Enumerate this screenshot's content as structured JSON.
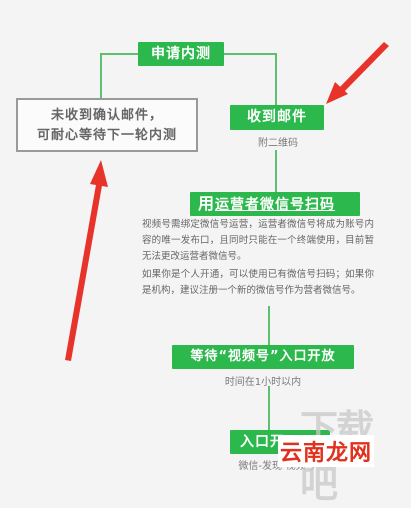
{
  "nodes": {
    "apply": "申请内测",
    "receive_mail": "收到邮件",
    "receive_mail_note": "附二维码",
    "no_mail_line1": "未收到确认邮件，",
    "no_mail_line2": "可耐心等待下一轮内测",
    "scan_prefix": "用",
    "scan_main": "运营者微信号扫码",
    "scan_para1": "视频号需绑定微信号运营，运营者微信号将成为账号内容的唯一发布口，且同时只能在一个终端使用，目前暂无法更改运营者微信号。",
    "scan_para2": "如果你是个人开通，可以使用已有微信号扫码；如果你是机构，建议注册一个新的微信号作为营者微信号。",
    "wait_entry": "等待“视频号”入口开放",
    "wait_note": "时间在1小时以内",
    "entry_open": "入口开",
    "entry_note": "微信-发现-视频号"
  },
  "watermark": {
    "text": "下载吧",
    "logo": "云南龙网"
  },
  "colors": {
    "node_green": "#2db84d",
    "connector": "#5cc06f",
    "arrow_red": "#e8332a"
  }
}
